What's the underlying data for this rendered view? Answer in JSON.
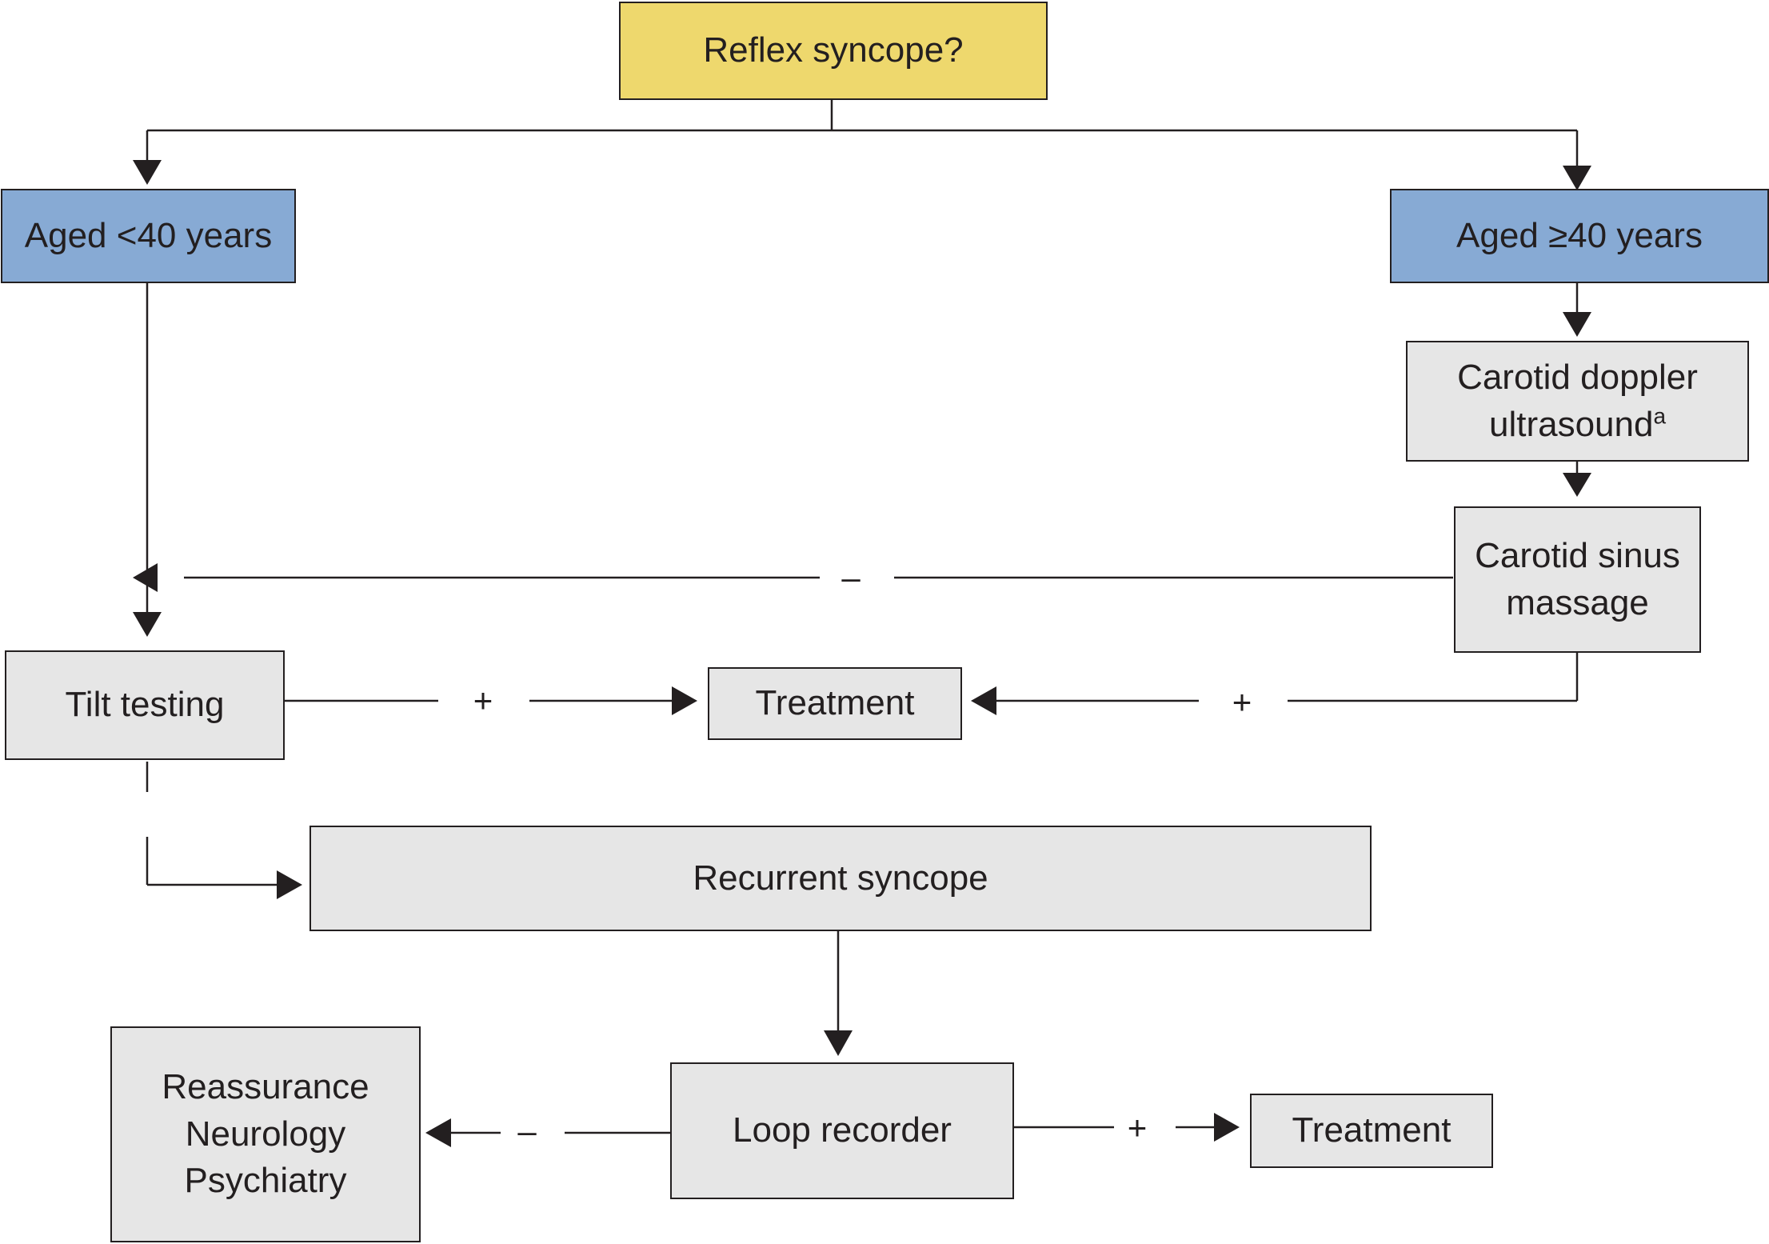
{
  "nodes": {
    "reflex": {
      "label": "Reflex syncope?",
      "fill": "#eed86d"
    },
    "young": {
      "label": "Aged <40 years",
      "fill": "#87aad4"
    },
    "old": {
      "label": "Aged ≥40 years",
      "fill": "#87aad4"
    },
    "carotid_doppler": {
      "line1": "Carotid doppler",
      "line2": "ultrasound",
      "footnote_mark": "a",
      "fill": "#e6e6e6"
    },
    "carotid_sinus": {
      "line1": "Carotid sinus",
      "line2": "massage",
      "fill": "#e6e6e6"
    },
    "tilt": {
      "label": "Tilt testing",
      "fill": "#e6e6e6"
    },
    "treatment_mid": {
      "label": "Treatment",
      "fill": "#e6e6e6"
    },
    "recurrent": {
      "label": "Recurrent syncope",
      "fill": "#e6e6e6"
    },
    "loop": {
      "label": "Loop recorder",
      "fill": "#e6e6e6"
    },
    "treatment_bottom": {
      "label": "Treatment",
      "fill": "#e6e6e6"
    },
    "referral": {
      "line1": "Reassurance",
      "line2": "Neurology",
      "line3": "Psychiatry",
      "fill": "#e6e6e6"
    }
  },
  "edge_labels": {
    "sinus_negative": "–",
    "tilt_positive": "+",
    "sinus_positive": "+",
    "loop_negative": "–",
    "loop_positive": "+"
  },
  "colors": {
    "line": "#231f20",
    "yellow": "#eed86d",
    "blue": "#87aad4",
    "grey": "#e6e6e6"
  }
}
